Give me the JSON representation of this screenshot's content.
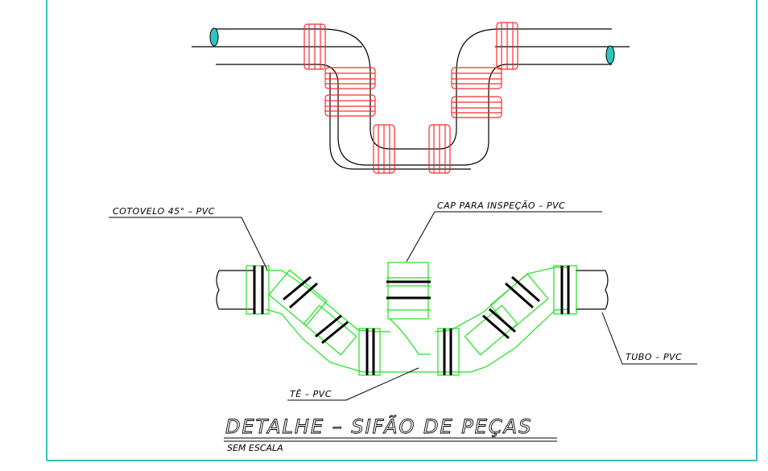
{
  "drawing": {
    "labels": {
      "cotovelo": "COTOVELO 45° – PVC",
      "cap": "CAP PARA INSPEÇÃO – PVC",
      "tubo": "TUBO – PVC",
      "te": "TÊ – PVC"
    },
    "title": "DETALHE – SIFÃO DE PEÇAS",
    "subtitle": "SEM ESCALA"
  },
  "colors": {
    "frame": "#2ec4c0",
    "pipe_outline": "#000000",
    "coupling_top": "#ff2a2a",
    "fitting_bottom": "#22e022",
    "pipe_end": "#2ec4c0"
  }
}
